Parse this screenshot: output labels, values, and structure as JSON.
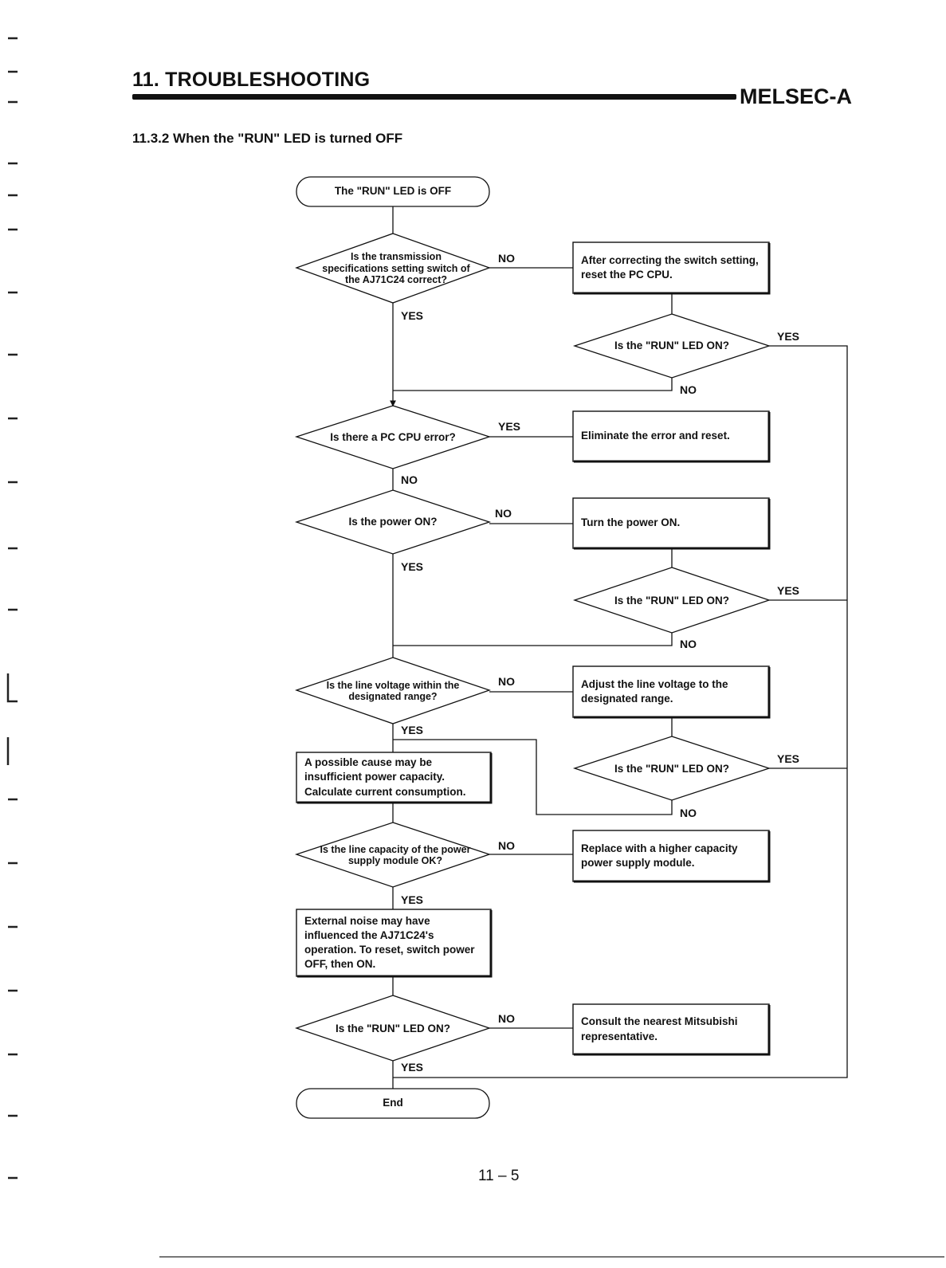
{
  "header": {
    "chapter": "11. TROUBLESHOOTING",
    "brand": "MELSEC-A",
    "section": "11.3.2  When the \"RUN\" LED is turned OFF"
  },
  "flow": {
    "start": "The \"RUN\" LED is OFF",
    "end": "End",
    "decisions": {
      "switch_setting": "Is the transmission specifications setting switch of the AJ71C24 correct?",
      "run_on_1": "Is the \"RUN\" LED ON?",
      "cpu_error": "Is there a PC CPU error?",
      "power_on": "Is the power ON?",
      "run_on_2": "Is the \"RUN\" LED ON?",
      "line_voltage": "Is the line voltage within the designated range?",
      "run_on_3": "Is the \"RUN\" LED ON?",
      "line_capacity": "Is the line capacity of the power supply module OK?",
      "run_on_4": "Is the \"RUN\" LED ON?"
    },
    "actions": {
      "reset_cpu": "After correcting the switch setting, reset the PC CPU.",
      "eliminate_error": "Eliminate the error and reset.",
      "turn_power_on": "Turn the power ON.",
      "adjust_voltage": "Adjust the line voltage to the designated range.",
      "power_capacity": "A possible cause may be insufficient power capacity. Calculate current consumption.",
      "replace_module": "Replace with a higher capacity power supply module.",
      "external_noise": "External noise may have influenced the AJ71C24's operation. To reset, switch power OFF, then ON.",
      "consult": "Consult the nearest Mitsubishi representative."
    },
    "labels": {
      "yes": "YES",
      "no": "NO"
    }
  },
  "footer": {
    "page": "11 – 5"
  }
}
